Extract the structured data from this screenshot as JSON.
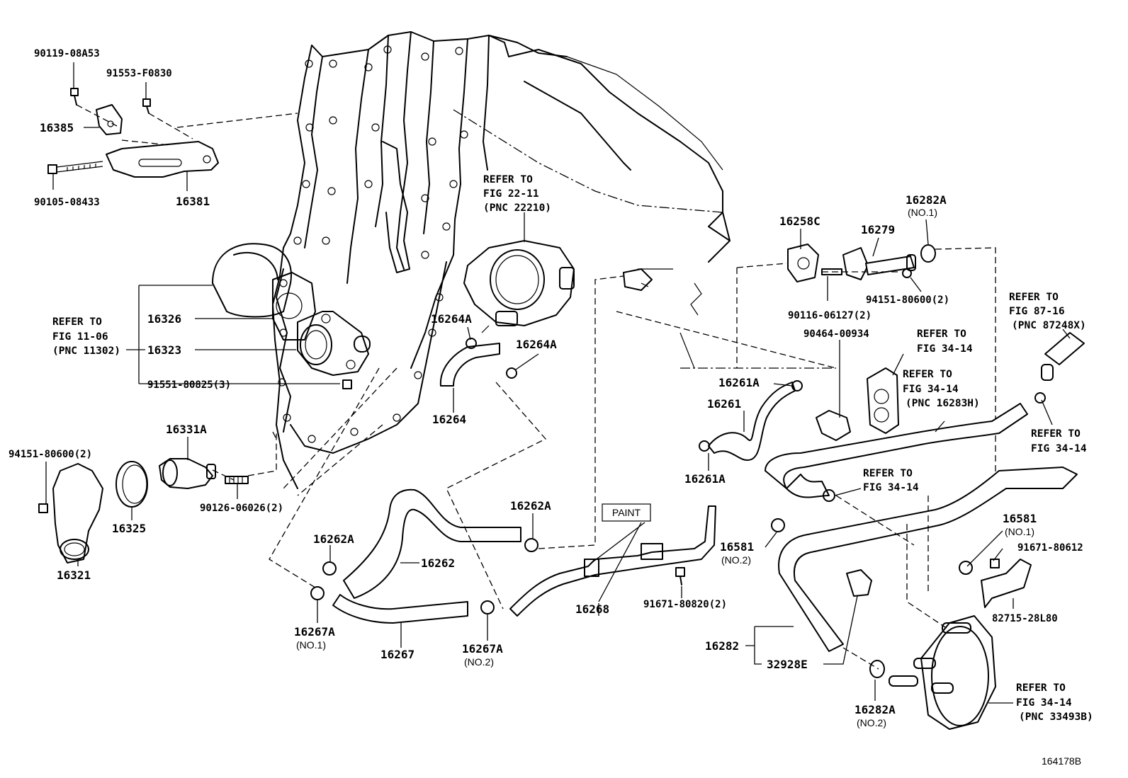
{
  "diagram_code": "164178B",
  "labels": {
    "p90119": "90119-08A53",
    "p91553": "91553-F0830",
    "p16385": "16385",
    "p90105": "90105-08433",
    "p16381": "16381",
    "p16326": "16326",
    "p16323": "16323",
    "p91551": "91551-80825(3)",
    "p16331a": "16331A",
    "p94151l": "94151-80600(2)",
    "p90126": "90126-06026(2)",
    "p16325": "16325",
    "p16321": "16321",
    "p16264a1": "16264A",
    "p16264a2": "16264A",
    "p16264": "16264",
    "p16262a1": "16262A",
    "p16262a2": "16262A",
    "p16262": "16262",
    "p16267a1": "16267A",
    "p16267a1_sub": "(NO.1)",
    "p16267": "16267",
    "p16267a2": "16267A",
    "p16267a2_sub": "(NO.2)",
    "p16268": "16268",
    "p91671_820": "91671-80820(2)",
    "p16258c": "16258C",
    "p16279": "16279",
    "p16282a1": "16282A",
    "p16282a1_sub": "(NO.1)",
    "p94151r": "94151-80600(2)",
    "p90116": "90116-06127(2)",
    "p90464": "90464-00934",
    "p16261a1": "16261A",
    "p16261": "16261",
    "p16261a2": "16261A",
    "p16581a": "16581",
    "p16581a_sub": "(NO.2)",
    "p16581b": "16581",
    "p16581b_sub": "(NO.1)",
    "p91671_612": "91671-80612",
    "p82715": "82715-28L80",
    "p16282": "16282",
    "p32928e": "32928E",
    "p16282a2": "16282A",
    "p16282a2_sub": "(NO.2)",
    "paint": "PAINT"
  },
  "refs": {
    "r1": [
      "REFER TO",
      "FIG 11-06",
      "(PNC 11302)"
    ],
    "r2": [
      "REFER TO",
      "FIG 22-11",
      "(PNC 22210)"
    ],
    "r3": [
      "REFER TO",
      "FIG 34-14"
    ],
    "r4": [
      "REFER TO",
      "FIG 34-14",
      "(PNC 16283H)"
    ],
    "r5": [
      "REFER TO",
      "FIG 87-16",
      "(PNC 87248X)"
    ],
    "r6": [
      "REFER TO",
      "FIG 34-14"
    ],
    "r7": [
      "REFER TO",
      "FIG 34-14"
    ],
    "r8": [
      "REFER TO",
      "FIG 34-14",
      "(PNC 33493B)"
    ]
  }
}
